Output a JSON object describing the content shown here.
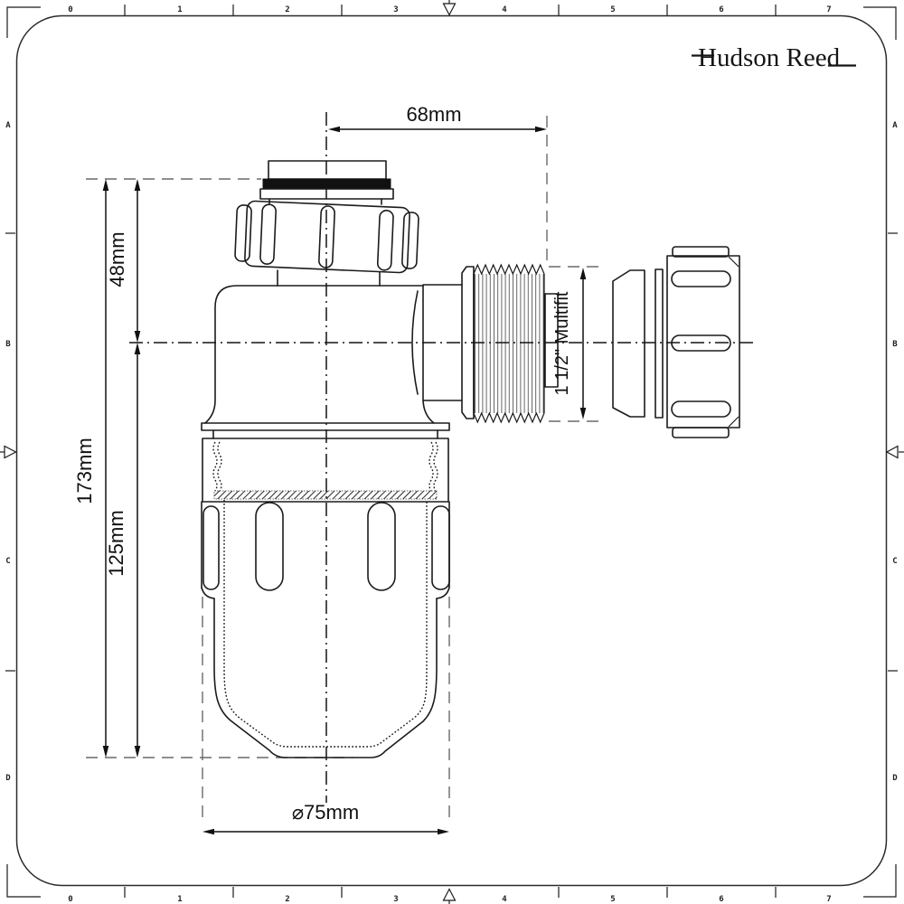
{
  "logo": {
    "text": "Hudson Reed"
  },
  "ruler": {
    "top": [
      "0",
      "1",
      "2",
      "3",
      "4",
      "5",
      "6",
      "7"
    ],
    "bottom": [
      "0",
      "1",
      "2",
      "3",
      "4",
      "5",
      "6",
      "7"
    ],
    "left": [
      "A",
      "B",
      "C",
      "D"
    ],
    "right": [
      "A",
      "B",
      "C",
      "D"
    ]
  },
  "dimensions": {
    "top_width": "68mm",
    "inlet_height": "48mm",
    "total_height": "173mm",
    "body_height": "125mm",
    "diameter": "⌀75mm",
    "outlet_size": "1 1/2\" Multifit"
  },
  "colors": {
    "line": "#1b1b1b",
    "seal": "#111111",
    "extension": "#6a6a6a"
  }
}
